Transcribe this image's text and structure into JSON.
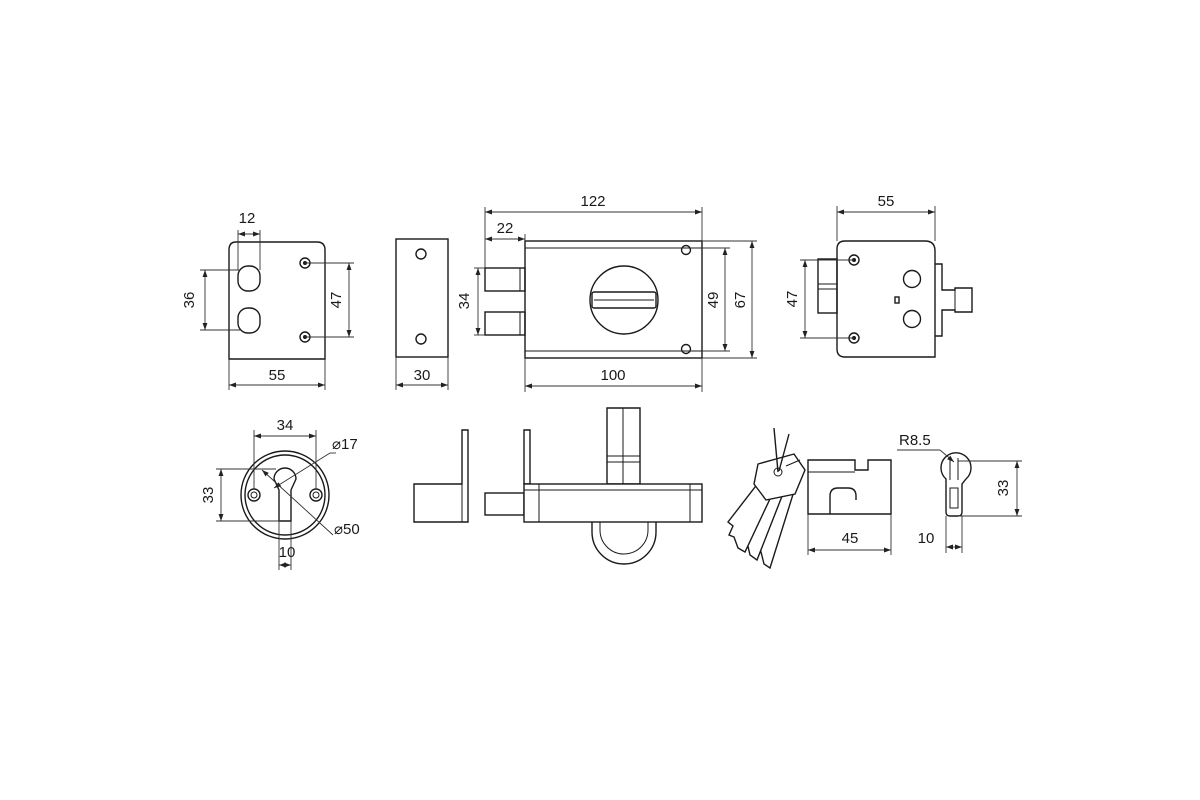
{
  "front_strike": {
    "hole_spacing_width": "12",
    "hole_spacing_height": "36",
    "height": "47",
    "width": "55"
  },
  "side_strike": {
    "width": "30"
  },
  "lock_body": {
    "overall_width": "122",
    "bolt_offset": "22",
    "bolt_span": "34",
    "inner_height": "49",
    "height": "67",
    "body_width": "100"
  },
  "lock_side": {
    "width": "55",
    "height": "47"
  },
  "escutcheon": {
    "spacing": "34",
    "inner_diameter": "⌀17",
    "height": "33",
    "outer_diameter": "⌀50",
    "width": "10"
  },
  "cylinder": {
    "length": "45"
  },
  "cylinder_profile": {
    "radius": "R8.5",
    "height": "33",
    "width": "10"
  }
}
